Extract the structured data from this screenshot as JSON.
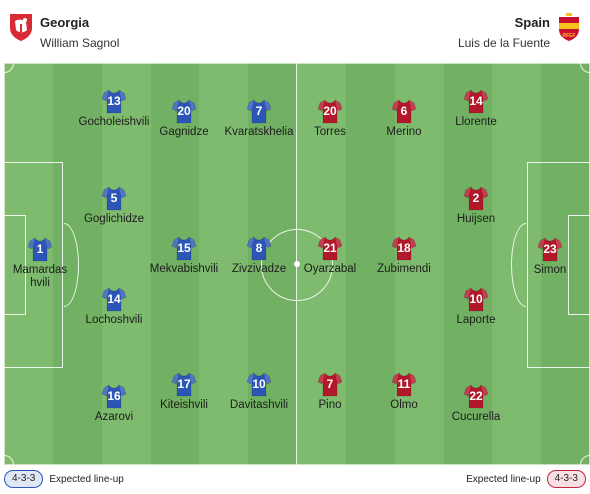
{
  "home": {
    "name": "Georgia",
    "coach": "William Sagnol",
    "crest_icon": "georgia-crest-icon",
    "kit_color": "#2c56b6",
    "formation": "4-3-3",
    "lineup_label": "Expected line-up",
    "players": [
      {
        "number": "1",
        "name": "Mamardashvili"
      },
      {
        "number": "13",
        "name": "Gocholeishvili"
      },
      {
        "number": "5",
        "name": "Goglichidze"
      },
      {
        "number": "14",
        "name": "Lochoshvili"
      },
      {
        "number": "16",
        "name": "Azarovi"
      },
      {
        "number": "20",
        "name": "Gagnidze"
      },
      {
        "number": "15",
        "name": "Mekvabishvili"
      },
      {
        "number": "17",
        "name": "Kiteishvili"
      },
      {
        "number": "7",
        "name": "Kvaratskhelia"
      },
      {
        "number": "8",
        "name": "Zivzivadze"
      },
      {
        "number": "10",
        "name": "Davitashvili"
      }
    ]
  },
  "away": {
    "name": "Spain",
    "coach": "Luis de la Fuente",
    "crest_icon": "spain-crest-icon",
    "kit_color": "#b3172a",
    "formation": "4-3-3",
    "lineup_label": "Expected line-up",
    "players": [
      {
        "number": "20",
        "name": "Torres"
      },
      {
        "number": "21",
        "name": "Oyarzabal"
      },
      {
        "number": "7",
        "name": "Pino"
      },
      {
        "number": "6",
        "name": "Merino"
      },
      {
        "number": "18",
        "name": "Zubimendi"
      },
      {
        "number": "11",
        "name": "Olmo"
      },
      {
        "number": "14",
        "name": "Llorente"
      },
      {
        "number": "2",
        "name": "Huijsen"
      },
      {
        "number": "10",
        "name": "Laporte"
      },
      {
        "number": "22",
        "name": "Cucurella"
      },
      {
        "number": "23",
        "name": "Simon"
      }
    ]
  },
  "pitch": {
    "grass_light": "#7fbb6f",
    "grass_dark": "#72b163"
  }
}
